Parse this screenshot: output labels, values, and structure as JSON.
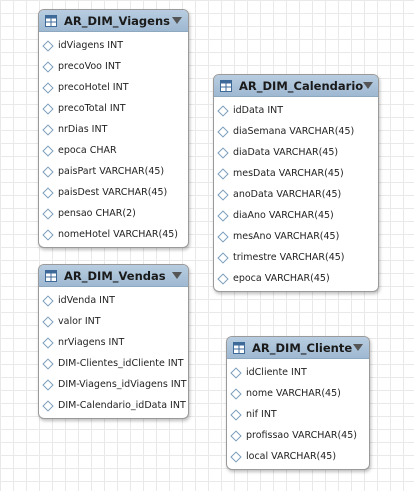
{
  "tables": [
    {
      "id": "viagens",
      "title": "AR_DIM_Viagens",
      "icon": "table-icon",
      "columns": [
        "idViagens INT",
        "precoVoo INT",
        "precoHotel INT",
        "precoTotal INT",
        "nrDias INT",
        "epoca CHAR",
        "paisPart VARCHAR(45)",
        "paisDest VARCHAR(45)",
        "pensao CHAR(2)",
        "nomeHotel VARCHAR(45)"
      ]
    },
    {
      "id": "calendario",
      "title": "AR_DIM_Calendario",
      "icon": "table-icon",
      "columns": [
        "idData INT",
        "diaSemana VARCHAR(45)",
        "diaData VARCHAR(45)",
        "mesData VARCHAR(45)",
        "anoData VARCHAR(45)",
        "diaAno VARCHAR(45)",
        "mesAno VARCHAR(45)",
        "trimestre VARCHAR(45)",
        "epoca VARCHAR(45)"
      ]
    },
    {
      "id": "vendas",
      "title": "AR_DIM_Vendas",
      "icon": "table-icon",
      "columns": [
        "idVenda INT",
        "valor INT",
        "nrViagens INT",
        "DIM-Clientes_idCliente INT",
        "DIM-Viagens_idViagens INT",
        "DIM-Calendario_idData INT"
      ]
    },
    {
      "id": "cliente",
      "title": "AR_DIM_Cliente",
      "icon": "table-icon",
      "columns": [
        "idCliente INT",
        "nome VARCHAR(45)",
        "nif INT",
        "profissao VARCHAR(45)",
        "local VARCHAR(45)"
      ]
    }
  ],
  "colors": {
    "header": "#a9c2d9",
    "border": "#9a9a9a",
    "diamond": "#7a9dbb"
  }
}
